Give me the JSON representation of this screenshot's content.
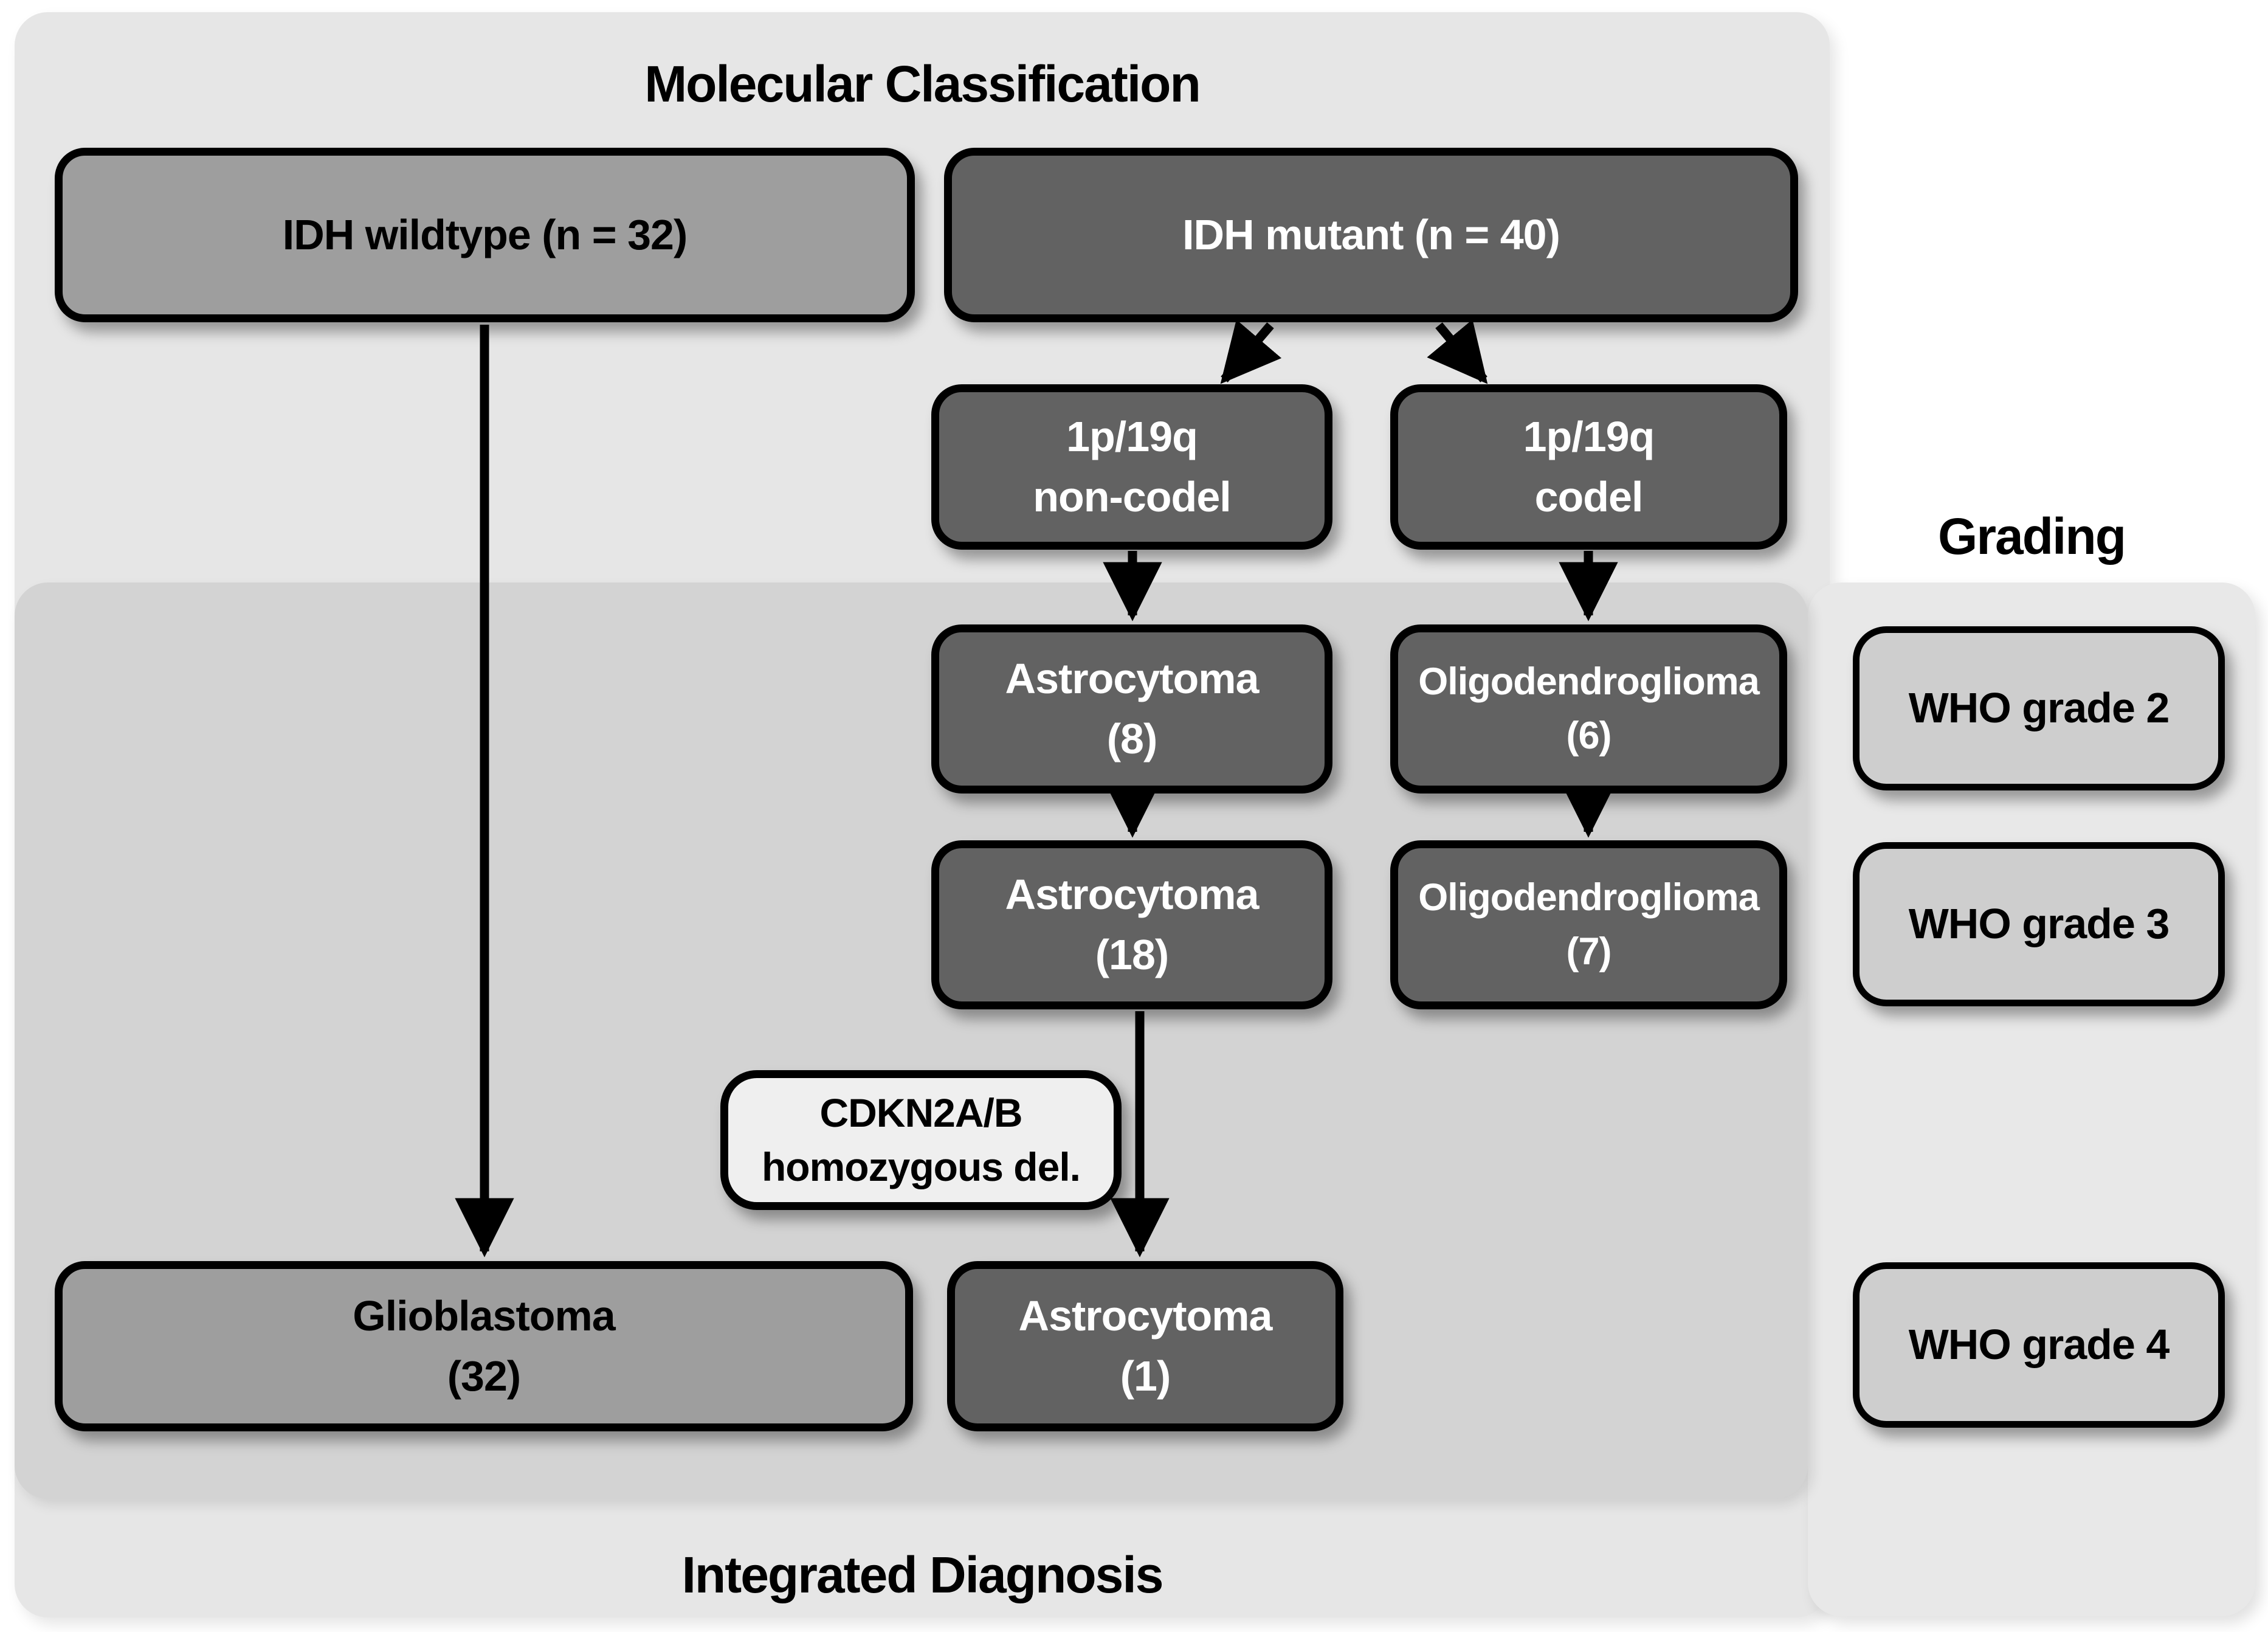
{
  "titles": {
    "molecular_classification": "Molecular Classification",
    "grading": "Grading",
    "integrated_diagnosis": "Integrated Diagnosis"
  },
  "nodes": {
    "idh_wildtype": {
      "label": "IDH wildtype (n = 32)"
    },
    "idh_mutant": {
      "label": "IDH mutant (n = 40)"
    },
    "non_codel": {
      "label": "1p/19q\nnon-codel"
    },
    "codel": {
      "label": "1p/19q\ncodel"
    },
    "astrocytoma_8": {
      "label": "Astrocytoma\n(8)"
    },
    "oligodendroglioma_6": {
      "label": "Oligodendroglioma\n(6)"
    },
    "astrocytoma_18": {
      "label": "Astrocytoma\n(18)"
    },
    "oligodendroglioma_7": {
      "label": "Oligodendroglioma\n(7)"
    },
    "cdkn2ab": {
      "label": "CDKN2A/B\nhomozygous del."
    },
    "glioblastoma_32": {
      "label": "Glioblastoma\n(32)"
    },
    "astrocytoma_1": {
      "label": "Astrocytoma\n(1)"
    },
    "who_grade_2": {
      "label": "WHO grade 2"
    },
    "who_grade_3": {
      "label": "WHO grade 3"
    },
    "who_grade_4": {
      "label": "WHO grade 4"
    }
  },
  "colors": {
    "page_bg": "#ffffff",
    "panel_bg": "#e6e6e6",
    "grading_panel_bg": "#e8e8e8",
    "overlap_band_bg": "#d3d3d3",
    "dark_node_bg": "#626262",
    "dark_node_text": "#ffffff",
    "medium_node_bg": "#9e9e9e",
    "light_node_bg": "#cecece",
    "note_node_bg": "#efefef",
    "node_border": "#000000",
    "arrow": "#000000",
    "title_text": "#000000"
  }
}
